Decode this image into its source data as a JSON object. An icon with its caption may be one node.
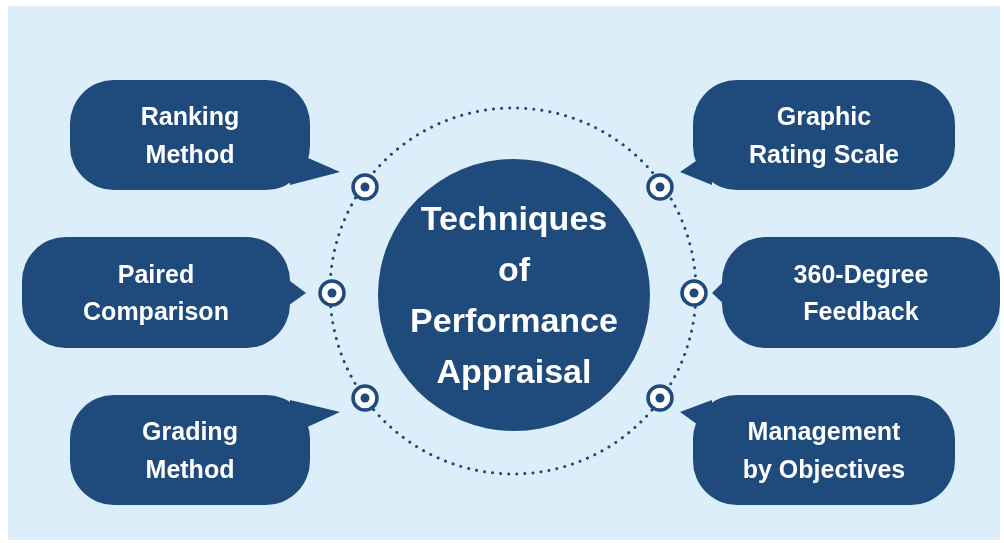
{
  "diagram": {
    "nodes": [
      {
        "text": [
          "Techniques of Performance Appraisal"
        ]
      },
      {
        "text": [
          "Ranking Method"
        ]
      },
      {
        "text": [
          "Graphic Rating Scale"
        ]
      },
      {
        "text": [
          "Paired Comparison"
        ]
      },
      {
        "text": [
          "360-Degree Feedback"
        ]
      },
      {
        "text": [
          "Grading Method"
        ]
      },
      {
        "text": [
          "Management by Objectives"
        ]
      }
    ]
  }
}
